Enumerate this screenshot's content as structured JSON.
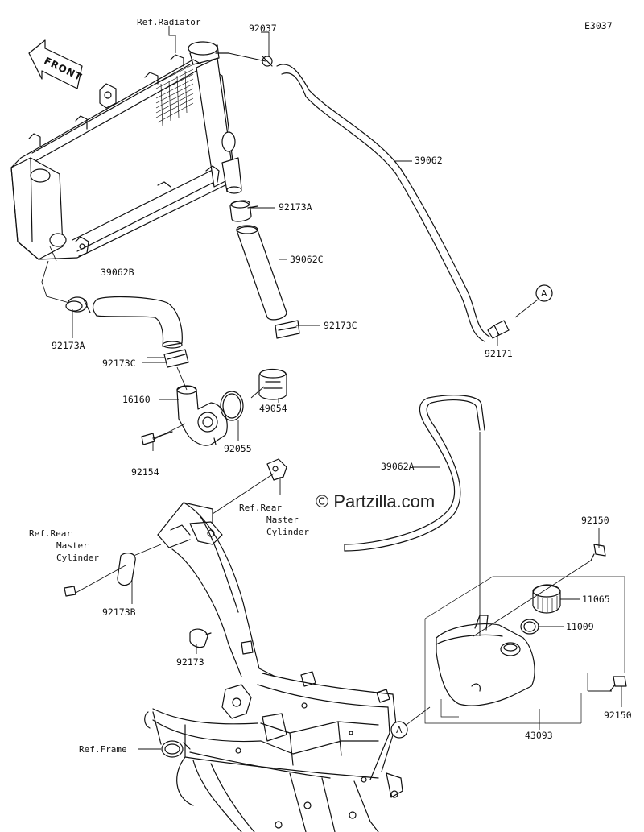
{
  "diagram_code": "E3037",
  "watermark": "© Partzilla.com",
  "front_label": "FRONT",
  "callout_letter": "A",
  "labels": {
    "ref_radiator": "Ref.Radiator",
    "p92037": "92037",
    "p39062": "39062",
    "p92173A_top": "92173A",
    "p39062C": "39062C",
    "p92173C_top": "92173C",
    "p39062B": "39062B",
    "p92173A_left": "92173A",
    "p92171": "92171",
    "p92173C_mid": "92173C",
    "p16160": "16160",
    "p49054": "49054",
    "p92055": "92055",
    "p92154": "92154",
    "p39062A": "39062A",
    "ref_rear_master_1": "Ref.Rear",
    "ref_rear_master_2": "Master",
    "ref_rear_master_3": "Cylinder",
    "ref_rear_master_l1": "Ref.Rear",
    "ref_rear_master_l2": "Master",
    "ref_rear_master_l3": "Cylinder",
    "p92173B": "92173B",
    "p92150_top": "92150",
    "p11065": "11065",
    "p11009": "11009",
    "p92173": "92173",
    "p92150_bottom": "92150",
    "ref_frame": "Ref.Frame",
    "p43093": "43093"
  }
}
